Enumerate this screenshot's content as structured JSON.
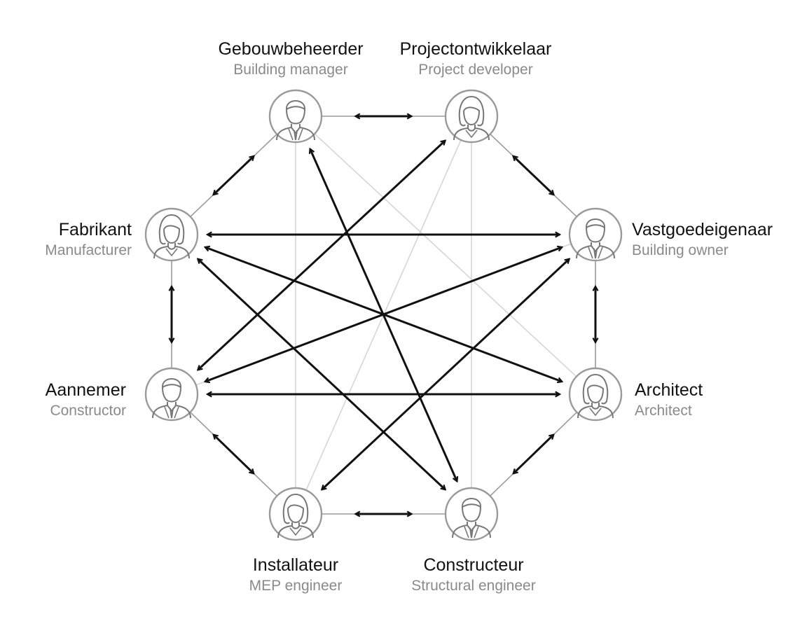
{
  "colors": {
    "arrow": "#111111",
    "ring": "#9a9a9a",
    "diagonal": "#d6d6d6",
    "node_stroke": "#9a9a9a",
    "icon": "#777777",
    "label_primary": "#111111",
    "label_secondary": "#8a8a8a"
  },
  "roles": [
    {
      "id": "gebouwbeheerder",
      "nl": "Gebouwbeheerder",
      "en": "Building manager",
      "icon": "person-male-icon"
    },
    {
      "id": "projectontwikkelaar",
      "nl": "Projectontwikkelaar",
      "en": "Project developer",
      "icon": "person-female-icon"
    },
    {
      "id": "vastgoedeigenaar",
      "nl": "Vastgoedeigenaar",
      "en": "Building owner",
      "icon": "person-male-icon"
    },
    {
      "id": "architect",
      "nl": "Architect",
      "en": "Architect",
      "icon": "person-female-icon"
    },
    {
      "id": "constructeur",
      "nl": "Constructeur",
      "en": "Structural engineer",
      "icon": "person-male-icon"
    },
    {
      "id": "installateur",
      "nl": "Installateur",
      "en": "MEP engineer",
      "icon": "person-female-icon"
    },
    {
      "id": "aannemer",
      "nl": "Aannemer",
      "en": "Constructor",
      "icon": "person-male-icon"
    },
    {
      "id": "fabrikant",
      "nl": "Fabrikant",
      "en": "Manufacturer",
      "icon": "person-female-icon"
    }
  ],
  "connections": [
    {
      "from": "gebouwbeheerder",
      "to": "projectontwikkelaar",
      "type": "ring"
    },
    {
      "from": "projectontwikkelaar",
      "to": "vastgoedeigenaar",
      "type": "ring"
    },
    {
      "from": "vastgoedeigenaar",
      "to": "architect",
      "type": "ring"
    },
    {
      "from": "architect",
      "to": "constructeur",
      "type": "ring"
    },
    {
      "from": "constructeur",
      "to": "installateur",
      "type": "ring"
    },
    {
      "from": "installateur",
      "to": "aannemer",
      "type": "ring"
    },
    {
      "from": "aannemer",
      "to": "fabrikant",
      "type": "ring"
    },
    {
      "from": "fabrikant",
      "to": "gebouwbeheerder",
      "type": "ring"
    },
    {
      "from": "fabrikant",
      "to": "vastgoedeigenaar",
      "type": "cross"
    },
    {
      "from": "aannemer",
      "to": "architect",
      "type": "cross"
    },
    {
      "from": "gebouwbeheerder",
      "to": "constructeur",
      "type": "cross"
    },
    {
      "from": "projectontwikkelaar",
      "to": "aannemer",
      "type": "cross"
    },
    {
      "from": "fabrikant",
      "to": "architect",
      "type": "cross"
    },
    {
      "from": "aannemer",
      "to": "vastgoedeigenaar",
      "type": "cross"
    },
    {
      "from": "fabrikant",
      "to": "constructeur",
      "type": "cross"
    },
    {
      "from": "installateur",
      "to": "vastgoedeigenaar",
      "type": "cross"
    },
    {
      "from": "gebouwbeheerder",
      "to": "architect",
      "type": "faint"
    },
    {
      "from": "projectontwikkelaar",
      "to": "installateur",
      "type": "faint"
    },
    {
      "from": "gebouwbeheerder",
      "to": "installateur",
      "type": "faint"
    },
    {
      "from": "projectontwikkelaar",
      "to": "constructeur",
      "type": "faint"
    },
    {
      "from": "aannemer",
      "to": "vastgoedeigenaar",
      "type": "faint"
    }
  ]
}
